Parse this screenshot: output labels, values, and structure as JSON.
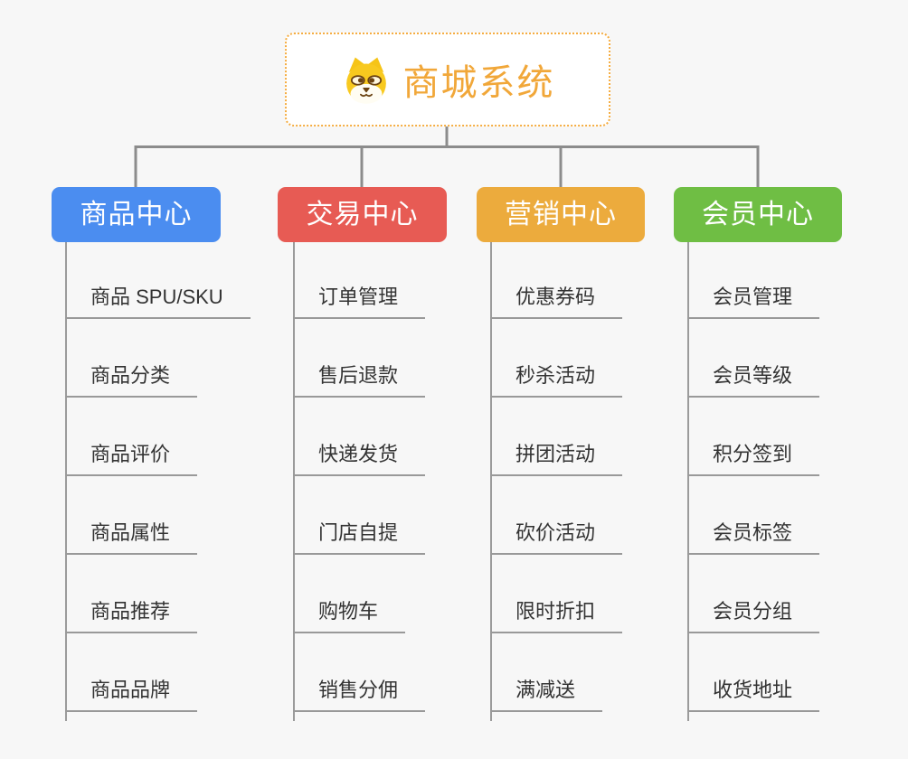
{
  "root": {
    "title": "商城系统",
    "icon": "dog-face-icon"
  },
  "branches": [
    {
      "label": "商品中心",
      "color": "#4b8df0",
      "children": [
        "商品 SPU/SKU",
        "商品分类",
        "商品评价",
        "商品属性",
        "商品推荐",
        "商品品牌"
      ]
    },
    {
      "label": "交易中心",
      "color": "#e75b54",
      "children": [
        "订单管理",
        "售后退款",
        "快递发货",
        "门店自提",
        "购物车",
        "销售分佣"
      ]
    },
    {
      "label": "营销中心",
      "color": "#ecab3d",
      "children": [
        "优惠券码",
        "秒杀活动",
        "拼团活动",
        "砍价活动",
        "限时折扣",
        "满减送"
      ]
    },
    {
      "label": "会员中心",
      "color": "#6fbe44",
      "children": [
        "会员管理",
        "会员等级",
        "积分签到",
        "会员标签",
        "会员分组",
        "收货地址"
      ]
    }
  ],
  "colors": {
    "background": "#f7f7f7",
    "connector": "#8c8c8c",
    "child_line": "#9b9b9b",
    "child_underline": "#999999",
    "child_text": "#333333",
    "node_text": "#ffffff",
    "root_border": "#f5ad42",
    "root_text": "#f1a739"
  }
}
